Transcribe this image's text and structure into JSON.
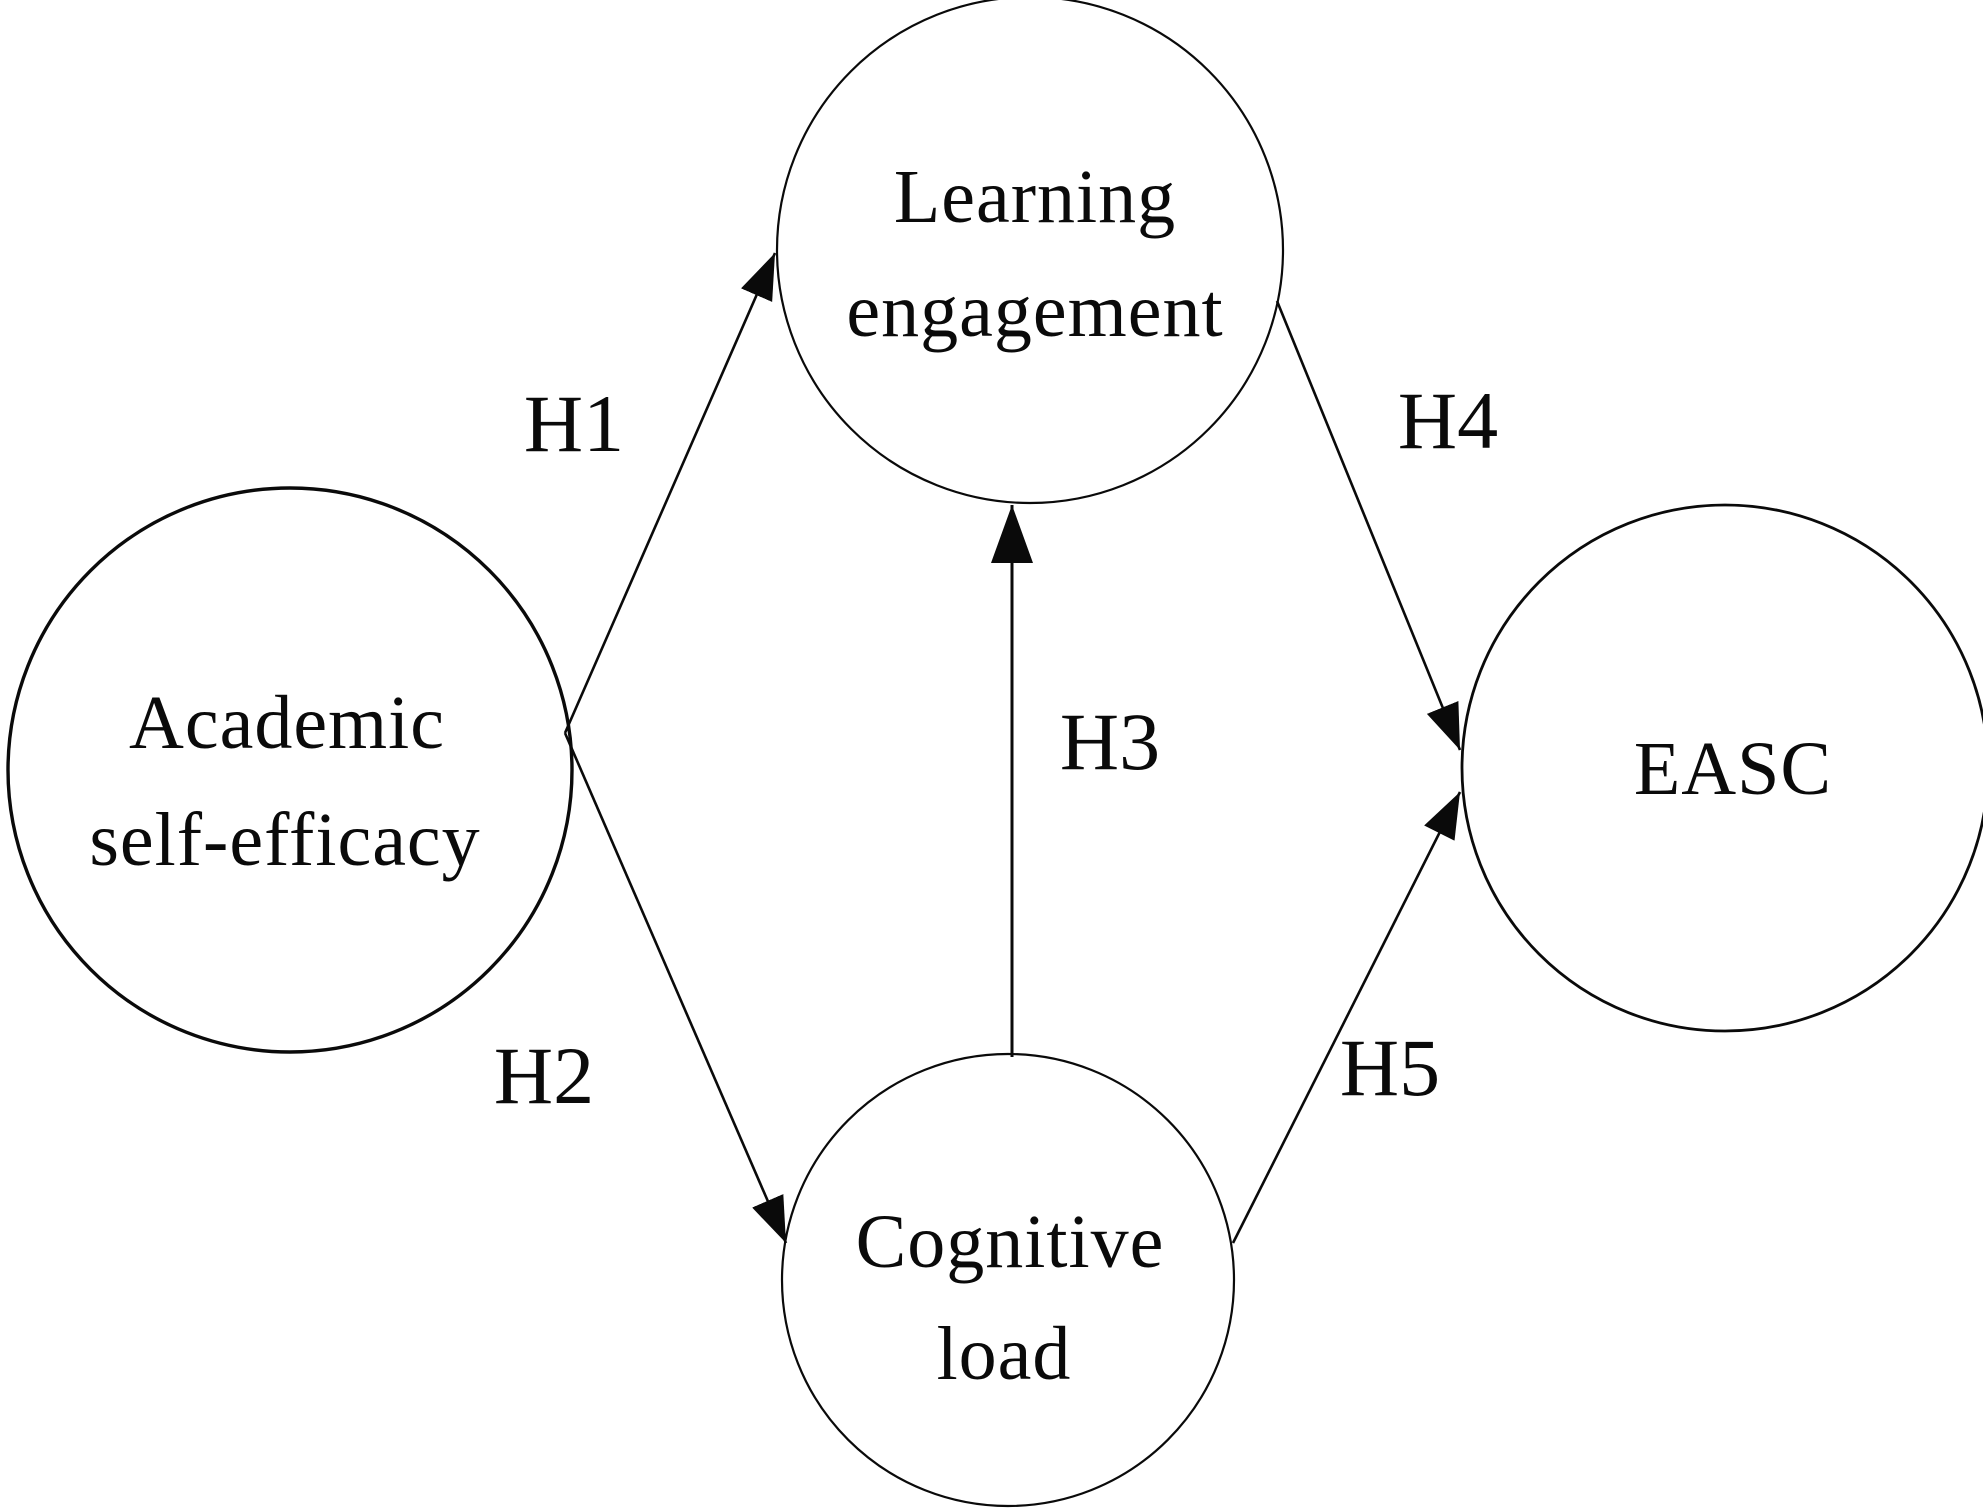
{
  "figure": {
    "background_color": "#ffffff",
    "stroke_color": "#0a0a0a",
    "text_color": "#0a0a0a",
    "nodes": [
      {
        "id": "academic-self-efficacy",
        "lines": [
          "Academic",
          "self-efficacy"
        ]
      },
      {
        "id": "learning-engagement",
        "lines": [
          "Learning",
          "engagement"
        ]
      },
      {
        "id": "cognitive-load",
        "lines": [
          "Cognitive",
          "load"
        ]
      },
      {
        "id": "easc",
        "lines": [
          "EASC"
        ]
      }
    ],
    "edges": [
      {
        "label": "H1",
        "from": "Academic self-efficacy",
        "to": "Learning engagement"
      },
      {
        "label": "H2",
        "from": "Academic self-efficacy",
        "to": "Cognitive load"
      },
      {
        "label": "H3",
        "from": "Cognitive load",
        "to": "Learning engagement"
      },
      {
        "label": "H4",
        "from": "Learning engagement",
        "to": "EASC"
      },
      {
        "label": "H5",
        "from": "Cognitive load",
        "to": "EASC"
      }
    ]
  }
}
